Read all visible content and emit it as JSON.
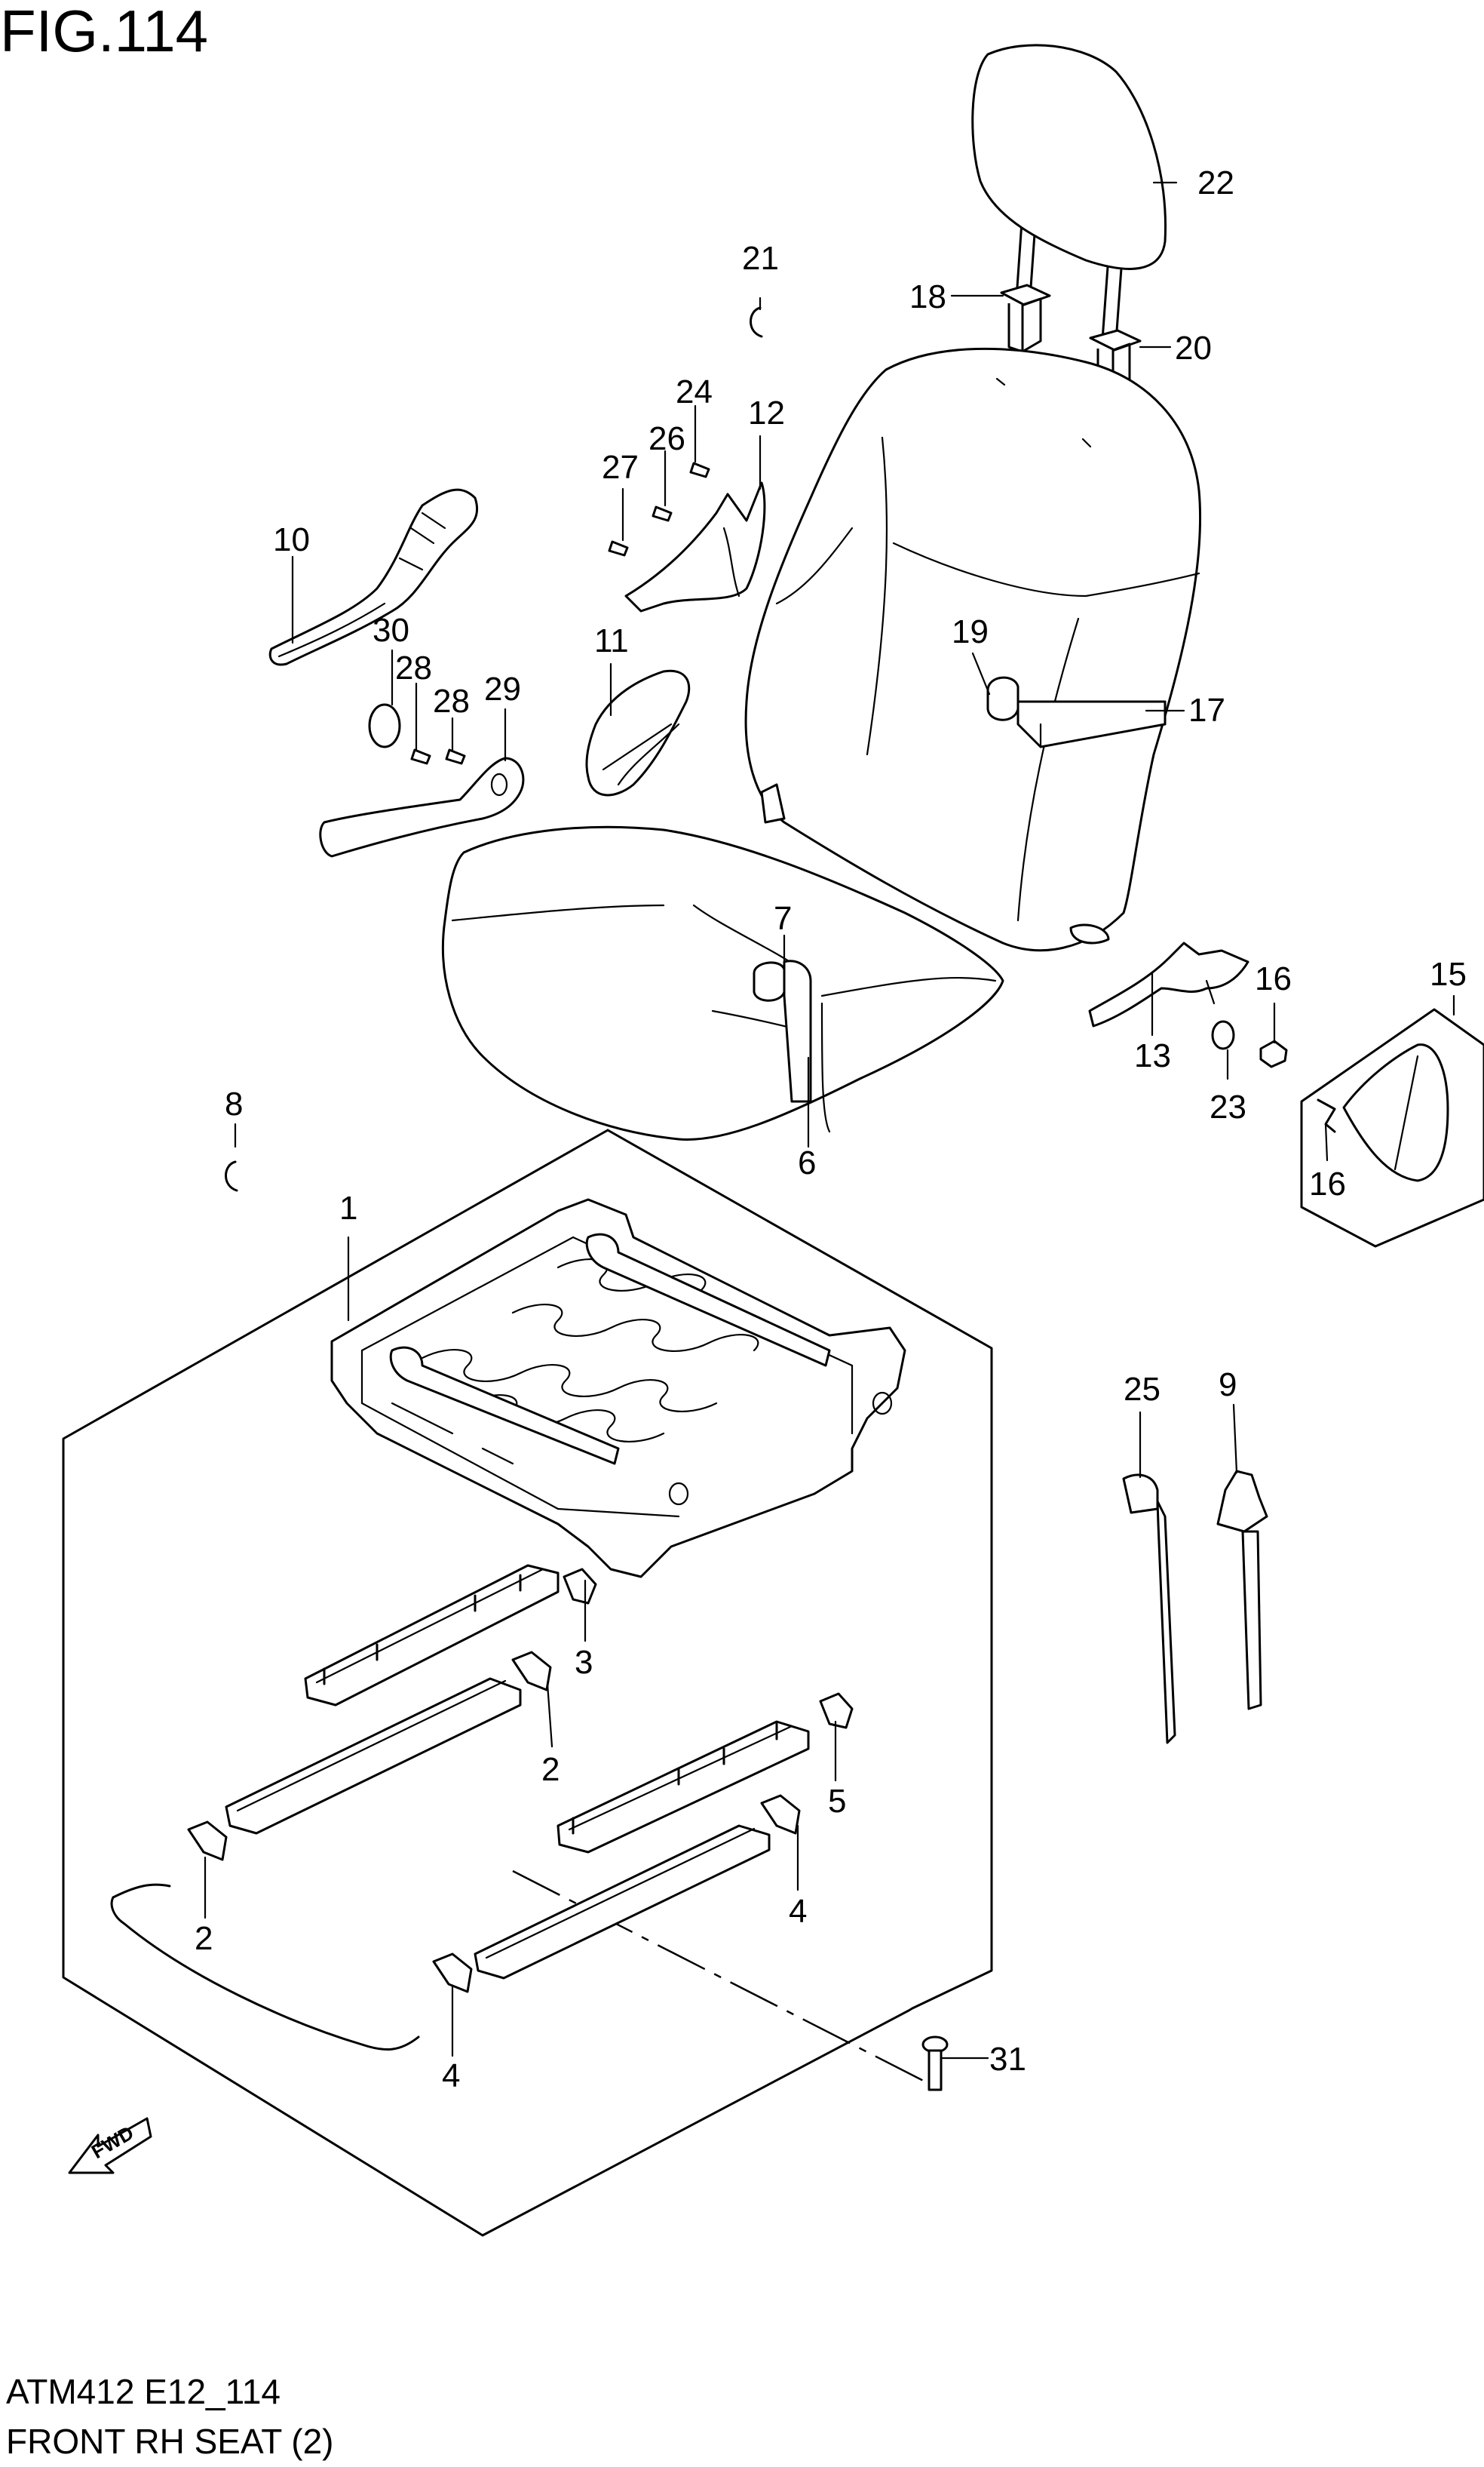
{
  "figure": {
    "title": "FIG.114",
    "code": "ATM412 E12_114",
    "name": "FRONT RH SEAT (2)"
  },
  "callouts": {
    "c1": "1",
    "c2a": "2",
    "c2b": "2",
    "c3": "3",
    "c4a": "4",
    "c4b": "4",
    "c5": "5",
    "c6": "6",
    "c7": "7",
    "c8": "8",
    "c9": "9",
    "c10": "10",
    "c11": "11",
    "c12": "12",
    "c13": "13",
    "c15": "15",
    "c16a": "16",
    "c16b": "16",
    "c17": "17",
    "c18": "18",
    "c19": "19",
    "c20": "20",
    "c21": "21",
    "c22": "22",
    "c23": "23",
    "c24": "24",
    "c25": "25",
    "c26": "26",
    "c27": "27",
    "c28a": "28",
    "c28b": "28",
    "c29": "29",
    "c30": "30",
    "c31": "31"
  },
  "fwd_label": "FWD"
}
